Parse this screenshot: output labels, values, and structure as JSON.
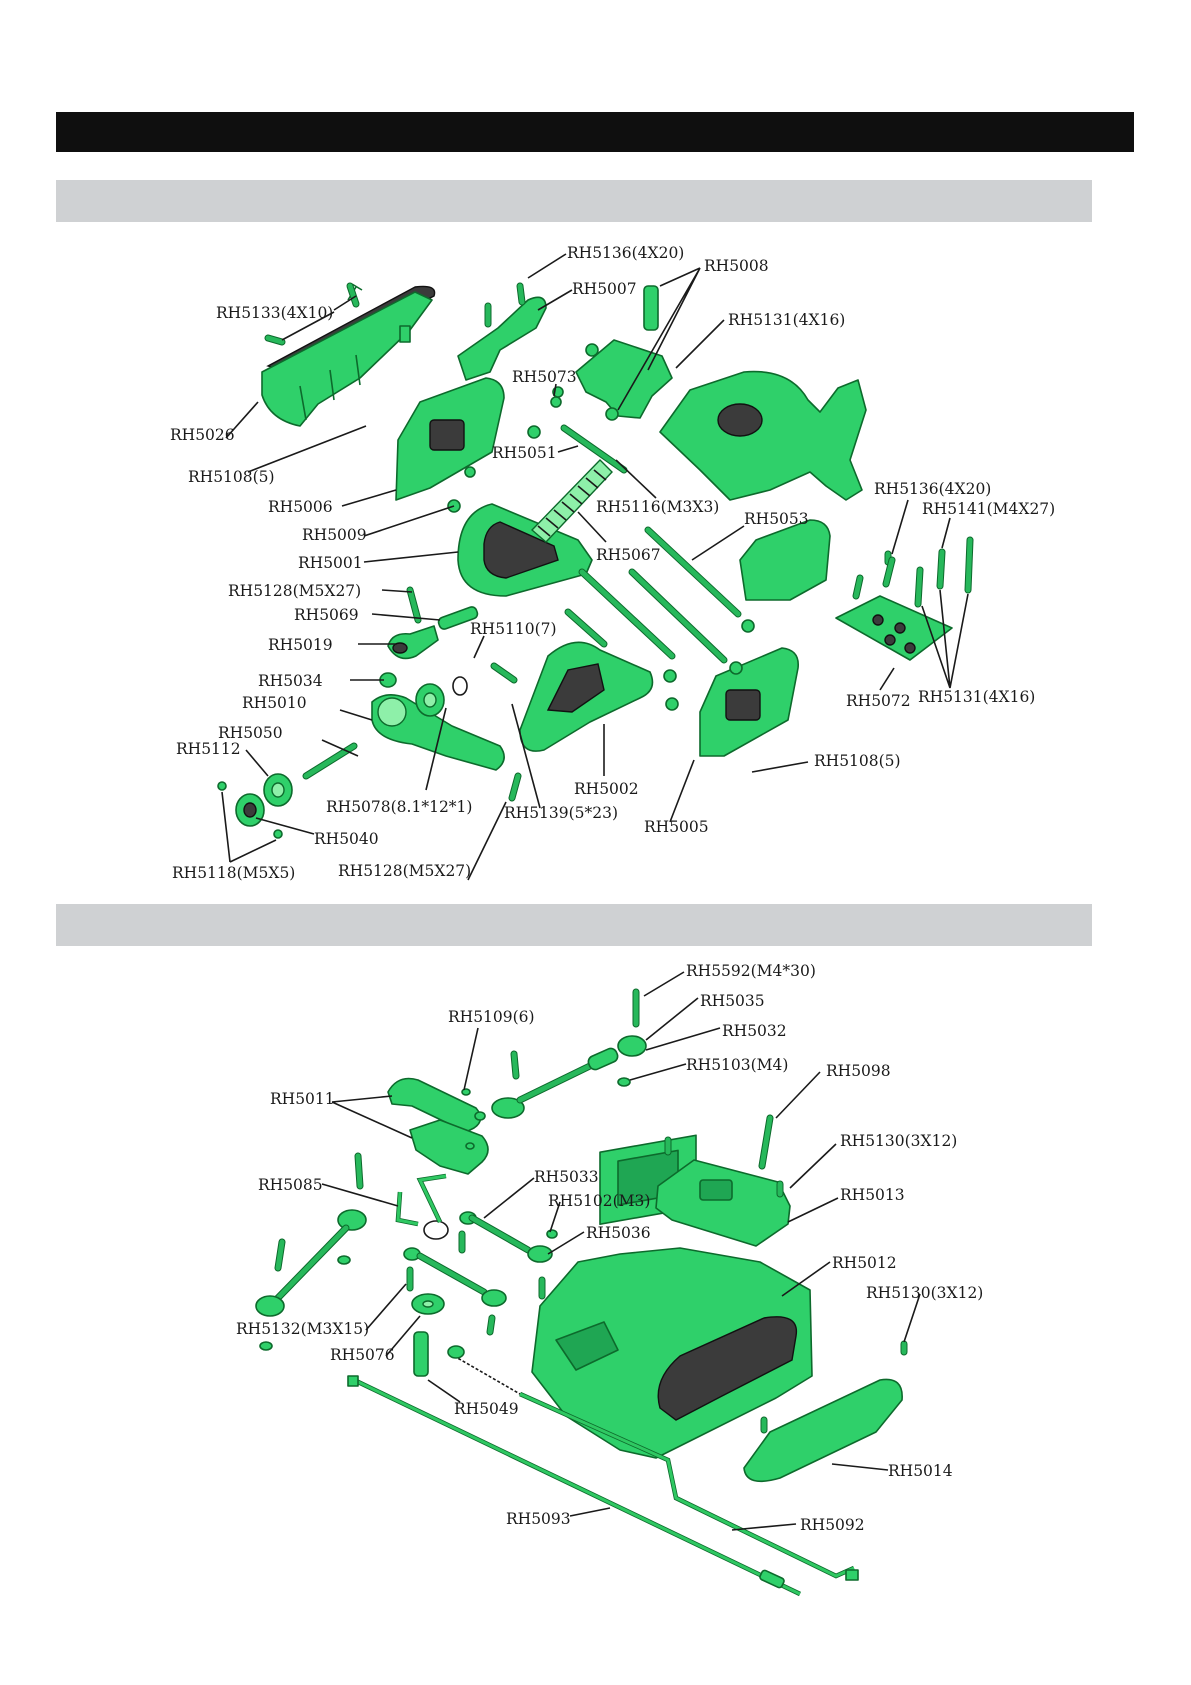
{
  "colors": {
    "part_fill": "#2fd06a",
    "part_outline": "#0d6a2c",
    "header_bar": "#0f0f0f",
    "section_bar": "#cfd1d3"
  },
  "diagram1": {
    "labels": [
      "RH5136(4X20)",
      "RH5008",
      "RH5007",
      "RH5133(4X10)",
      "RH5131(4X16)",
      "RH5073",
      "RH5026",
      "RH5108(5)",
      "RH5051",
      "RH5006",
      "RH5116(M3X3)",
      "RH5136(4X20)",
      "RH5141(M4X27)",
      "RH5053",
      "RH5009",
      "RH5067",
      "RH5001",
      "RH5128(M5X27)",
      "RH5069",
      "RH5110(7)",
      "RH5019",
      "RH5034",
      "RH5010",
      "RH5072",
      "RH5131(4X16)",
      "RH5050",
      "RH5112",
      "RH5108(5)",
      "RH5002",
      "RH5078(8.1*12*1)",
      "RH5139(5*23)",
      "RH5040",
      "RH5005",
      "RH5118(M5X5)",
      "RH5128(M5X27)"
    ]
  },
  "diagram2": {
    "labels": [
      "RH5592(M4*30)",
      "RH5035",
      "RH5109(6)",
      "RH5032",
      "RH5103(M4)",
      "RH5098",
      "RH5011",
      "RH5130(3X12)",
      "RH5085",
      "RH5033",
      "RH5013",
      "RH5102(M3)",
      "RH5036",
      "RH5012",
      "RH5130(3X12)",
      "RH5132(M3X15)",
      "RH5076",
      "RH5049",
      "RH5014",
      "RH5093",
      "RH5092"
    ]
  }
}
